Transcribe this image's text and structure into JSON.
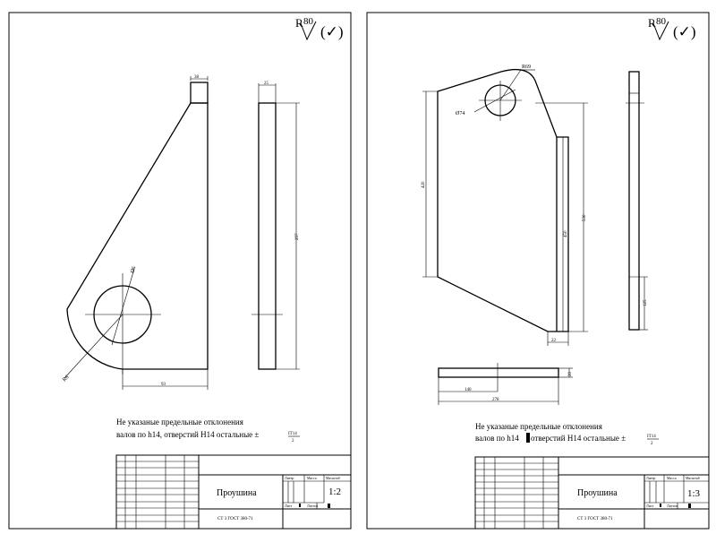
{
  "sheets": [
    {
      "roughness": {
        "prefix": "R",
        "value": "80",
        "bracket": "(✓)"
      },
      "dims": {
        "top_w": "38",
        "side_w": "25",
        "side_h": "297",
        "hole_d": "Ø6",
        "radius": "R6",
        "bottom": "93"
      },
      "note": {
        "line1": "Не указаные предельные отклонения",
        "line2": "валов по h14, отверстий H14  остальные ±",
        "frac": "IT14/2"
      },
      "title_block": {
        "name": "Проушина",
        "scale": "1:2",
        "std": "СТ 3  ГОСТ 380-71",
        "litera": "Литер",
        "mass": "Масса",
        "masshtab": "Масштаб",
        "list": "Лист",
        "listov": "Листов"
      }
    },
    {
      "roughness": {
        "prefix": "R",
        "value": "80",
        "bracket": "(✓)"
      },
      "dims": {
        "radius": "R69",
        "hole_d": "Ø74",
        "left_h": "420",
        "mid_h": "530",
        "inner_h": "450",
        "bot_w": "22",
        "side_bot": "125",
        "plan_h": "20",
        "plan_w1": "140",
        "plan_w2": "278"
      },
      "note": {
        "line1": "Не указаные предельные отклонения",
        "line2a": "валов по h14",
        "line2b": "отверстий H14   остальные ±",
        "frac": "IT14/2"
      },
      "title_block": {
        "name": "Проушина",
        "scale": "1:3",
        "std": "СТ 3  ГОСТ 380-71",
        "litera": "Литер",
        "mass": "Масса",
        "masshtab": "Масштаб",
        "list": "Лист",
        "listov": "Листов"
      }
    }
  ]
}
